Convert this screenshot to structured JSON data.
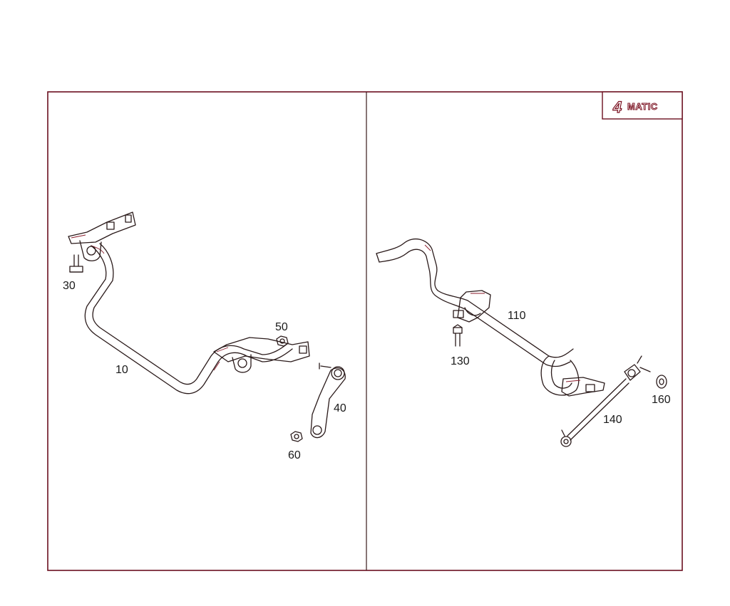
{
  "diagram": {
    "frame_color": "#6b0f1f",
    "accent_color": "#8a1a2a",
    "badge": {
      "number": "4",
      "text": "MATIC"
    },
    "left_panel": {
      "callouts": {
        "c10": "10",
        "c30": "30",
        "c40": "40",
        "c50": "50",
        "c60": "60"
      }
    },
    "right_panel": {
      "callouts": {
        "c110": "110",
        "c130": "130",
        "c140": "140",
        "c160": "160"
      }
    }
  }
}
